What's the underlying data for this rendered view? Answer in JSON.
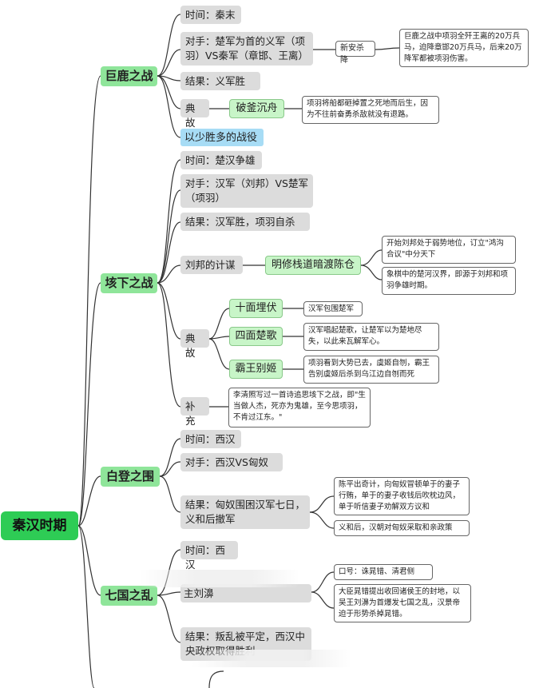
{
  "root": "秦汉时期",
  "battles": [
    {
      "name": "巨鹿之战",
      "time": "时间：秦末",
      "opponents": "对手：楚军为首的义军（项羽）VS秦军（章邯、王离）",
      "opponents_note_label": "新安杀降",
      "opponents_note": "巨鹿之战中项羽全歼王离的20万兵马，迫降章邯20万兵马，后来20万降军都被项羽伤害。",
      "result": "结果：义军胜",
      "idiom_label": "典故",
      "idiom": "破釜沉舟",
      "idiom_note": "项羽将船都砸掉置之死地而后生，因为不往前奋勇杀敌就没有退路。",
      "highlight": "以少胜多的战役"
    },
    {
      "name": "垓下之战",
      "time": "时间：楚汉争雄",
      "opponents": "对手：汉军（刘邦）VS楚军（项羽）",
      "result": "结果：汉军胜，项羽自杀",
      "strategy_label": "刘邦的计谋",
      "strategy": "明修栈道暗渡陈仓",
      "strategy_notes": [
        "开始刘邦处于弱势地位，订立\"鸿沟合议\"中分天下",
        "象棋中的楚河汉界，即源于刘邦和项羽争雄时期。"
      ],
      "idiom_label": "典故",
      "idioms": [
        {
          "name": "十面埋伏",
          "note": "汉军包围楚军"
        },
        {
          "name": "四面楚歌",
          "note": "汉军唱起楚歌，让楚军以为楚地尽失，以此来瓦解军心。"
        },
        {
          "name": "霸王别姬",
          "note": "项羽看到大势已去，虞姬自刎，霸王告别虞姬后杀到乌江边自刎而死"
        }
      ],
      "supplement_label": "补充",
      "supplement": "李清照写过一首诗追思垓下之战，即\"生当做人杰，死亦为鬼雄，至今思项羽，不肯过江东。\""
    },
    {
      "name": "白登之围",
      "time": "时间：西汉",
      "opponents": "对手：西汉VS匈奴",
      "result": "结果：匈奴围困汉军七日，义和后撤军",
      "result_notes": [
        "陈平出奇计，向匈奴冒顿单于的妻子行贿，单于的妻子收钱后吹枕边风，单于听信妻子劝解双方议和",
        "义和后，汉朝对匈奴采取和亲政策"
      ]
    },
    {
      "name": "七国之乱",
      "time": "时间：西汉",
      "leader": "主刘濞",
      "notes": [
        "口号：诛晁错、清君侧",
        "大臣晁错提出收回诸侯王的封地，以吴王刘濞为首爆发七国之乱，汉景帝迫于形势杀掉晁错。"
      ],
      "result": "结果：叛乱被平定，西汉中央政权取得胜利"
    }
  ]
}
